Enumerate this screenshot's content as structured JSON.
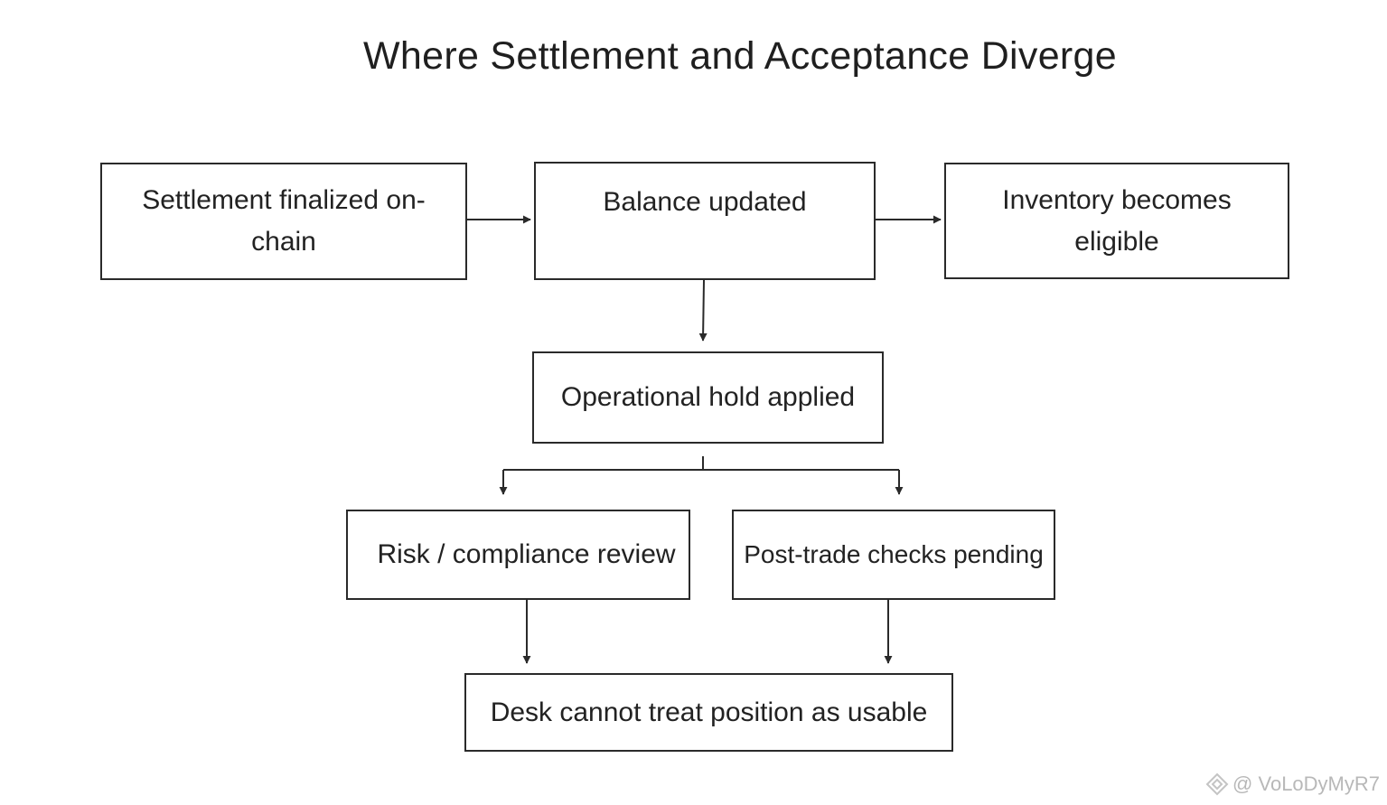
{
  "diagram": {
    "title": "Where Settlement and Acceptance Diverge",
    "nodes": {
      "settlement": "Settlement finalized on-chain",
      "balance": "Balance updated",
      "inventory": "Inventory becomes eligible",
      "hold": "Operational hold applied",
      "risk": "Risk / compliance review",
      "posttrade": "Post-trade checks pending",
      "desk": "Desk cannot treat position as usable"
    }
  },
  "watermark": {
    "text": "@ VoLoDyMyR7",
    "icon": "diamond-logo-icon"
  }
}
